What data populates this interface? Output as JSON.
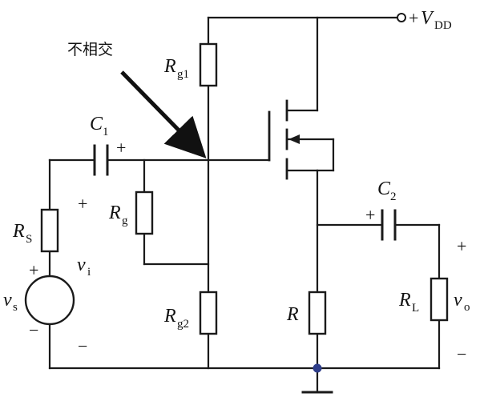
{
  "annotation": "不相交",
  "supply": {
    "prefix": "+",
    "symbol": "V",
    "sub": "DD"
  },
  "components": {
    "rg1": {
      "symbol": "R",
      "sub": "g1"
    },
    "rg2": {
      "symbol": "R",
      "sub": "g2"
    },
    "rg": {
      "symbol": "R",
      "sub": "g"
    },
    "rs": {
      "symbol": "R",
      "sub": "S"
    },
    "r": {
      "symbol": "R",
      "sub": ""
    },
    "rl": {
      "symbol": "R",
      "sub": "L"
    },
    "c1": {
      "symbol": "C",
      "sub": "1"
    },
    "c2": {
      "symbol": "C",
      "sub": "2"
    },
    "vs": {
      "symbol": "v",
      "sub": "s"
    },
    "vi": {
      "symbol": "v",
      "sub": "i"
    },
    "vo": {
      "symbol": "v",
      "sub": "o"
    }
  },
  "signs": {
    "plus": "+",
    "minus": "−"
  },
  "colors": {
    "wire": "#1a1a1a",
    "junction": "#2f3e8a",
    "annotation_arrow": "#111111"
  }
}
